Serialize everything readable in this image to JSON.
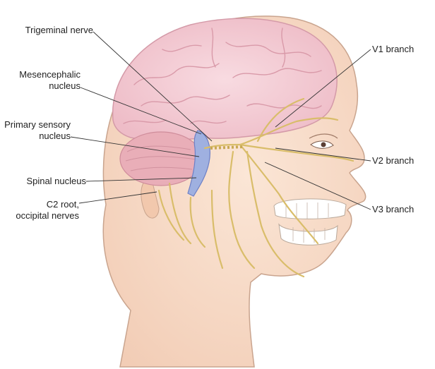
{
  "labels": {
    "trigeminal_nerve": "Trigeminal nerve",
    "mesencephalic_line1": "Mesencephalic",
    "mesencephalic_line2": "nucleus",
    "primary_sensory_line1": "Primary sensory",
    "primary_sensory_line2": "nucleus",
    "spinal_nucleus": "Spinal nucleus",
    "c2_line1": "C2 root,",
    "c2_line2": "occipital nerves",
    "v1_branch": "V1 branch",
    "v2_branch": "V2 branch",
    "v3_branch": "V3 branch"
  },
  "colors": {
    "skin": "#f7d9c4",
    "skin_outline": "#c9a48e",
    "brain": "#f3c9d2",
    "brain_outline": "#d49aa8",
    "cerebellum": "#e7a7b2",
    "brainstem": "#8fa0d8",
    "nerve": "#d9bd6a",
    "leader_line": "#333333"
  }
}
